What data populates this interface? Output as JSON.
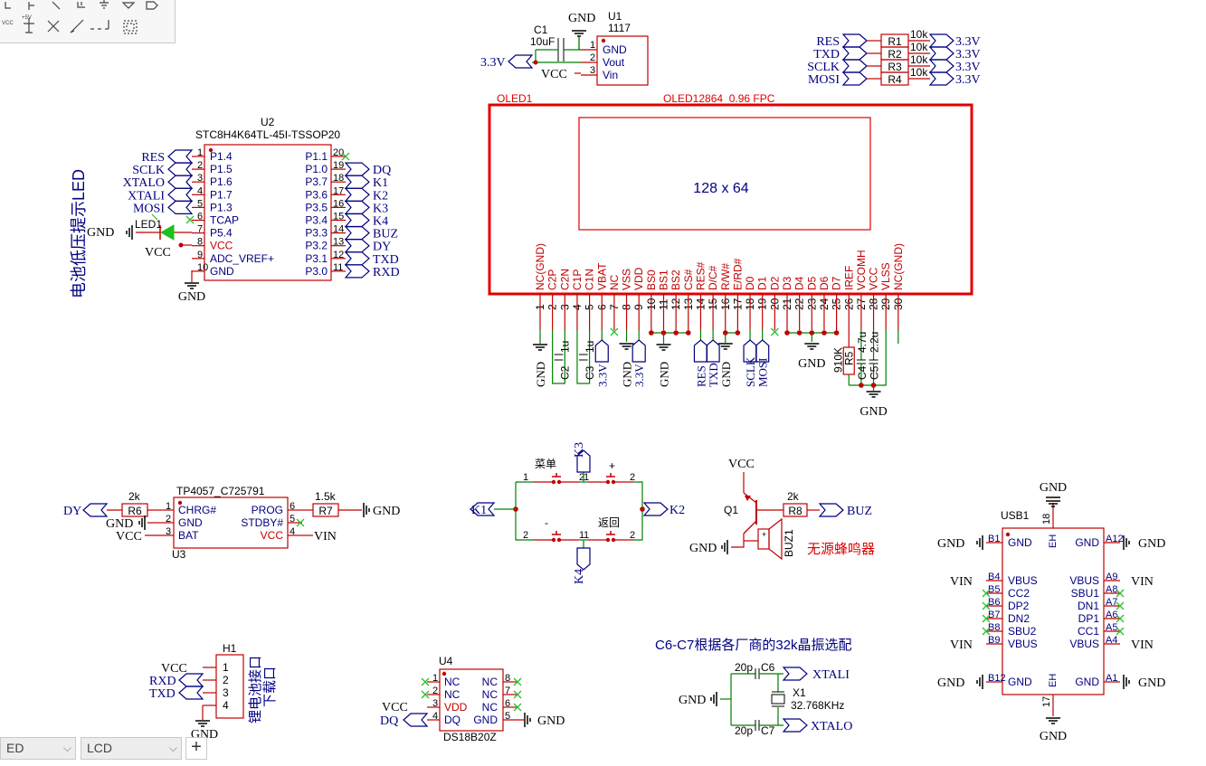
{
  "tabs": [
    {
      "label": "ED"
    },
    {
      "label": "LCD"
    }
  ],
  "toolbar": {
    "tools": [
      "pin-tool",
      "bus-tool",
      "wire-tool",
      "netport-tool",
      "net-gnd-tool",
      "net-vcc-tool",
      "no-connect-tool",
      "probe-tool",
      "pin-group-tool",
      "vcc-flag-tool",
      "plus5v-tool",
      "x-tool",
      "pen-tool",
      "dash-tool",
      "select-area-tool"
    ],
    "vcc_label": "VCC",
    "p5v_label": "+5V"
  },
  "colors": {
    "component": "#c00000",
    "wire": "#008000",
    "net": "#000080",
    "pinNum": "#c00000",
    "noconnect": "#2fbf2f",
    "label": "#000080"
  },
  "u1": {
    "ref": "U1",
    "value": "1117",
    "pins": [
      "GND",
      "Vout",
      "Vin"
    ],
    "nums": [
      "1",
      "2",
      "3"
    ]
  },
  "c1": {
    "ref": "C1",
    "value": "10uF"
  },
  "gnd": "GND",
  "vcc": "VCC",
  "v33": "3.3V",
  "vin": "VIN",
  "rbank": {
    "nets": [
      "RES",
      "TXD",
      "SCLK",
      "MOSI"
    ],
    "refs": [
      "R1",
      "R2",
      "R3",
      "R4"
    ],
    "values": [
      "10k",
      "10k",
      "10k",
      "10k"
    ],
    "right": [
      "3.3V",
      "3.3V",
      "3.3V",
      "3.3V"
    ]
  },
  "oled": {
    "ref": "OLED1",
    "value": "OLED12864_0.96 FPC",
    "screen": "128 x 64",
    "pins": [
      "NC(GND)",
      "C2P",
      "C2N",
      "C1P",
      "C1N",
      "VBAT",
      "NC",
      "VSS",
      "VDD",
      "BS0",
      "BS1",
      "BS2",
      "CS#",
      "RES#",
      "D/C#",
      "R/W#",
      "E/RD#",
      "D0",
      "D1",
      "D2",
      "D3",
      "D4",
      "D5",
      "D6",
      "D7",
      "IREF",
      "VCOMH",
      "VCC",
      "VLSS",
      "NC(GND)"
    ],
    "bottom_labels": [
      "GND",
      "3.3V",
      "GND",
      "3.3V",
      "GND",
      "RES",
      "TXD",
      "GND",
      "SCLK",
      "MOSI",
      "GND",
      "GND"
    ],
    "caps": [
      {
        "ref": "C2",
        "value": "1u"
      },
      {
        "ref": "C3",
        "value": "1u"
      },
      {
        "ref": "C4",
        "value": "4.7u"
      },
      {
        "ref": "C5",
        "value": "2.2u"
      }
    ],
    "r5": {
      "ref": "R5",
      "value": "910K"
    }
  },
  "u2": {
    "ref": "U2",
    "value": "STC8H4K64TL-45I-TSSOP20",
    "left": [
      {
        "n": "1",
        "p": "P1.4",
        "net": "RES"
      },
      {
        "n": "2",
        "p": "P1.5",
        "net": "SCLK"
      },
      {
        "n": "3",
        "p": "P1.6",
        "net": "XTALO"
      },
      {
        "n": "4",
        "p": "P1.7",
        "net": "XTALI"
      },
      {
        "n": "5",
        "p": "P1.3",
        "net": "MOSI"
      },
      {
        "n": "6",
        "p": "TCAP",
        "net": ""
      },
      {
        "n": "7",
        "p": "P5.4",
        "net": ""
      },
      {
        "n": "8",
        "p": "VCC",
        "net": ""
      },
      {
        "n": "9",
        "p": "ADC_VREF+",
        "net": ""
      },
      {
        "n": "10",
        "p": "GND",
        "net": ""
      }
    ],
    "right": [
      {
        "n": "20",
        "p": "P1.1",
        "net": ""
      },
      {
        "n": "19",
        "p": "P1.0",
        "net": "DQ"
      },
      {
        "n": "18",
        "p": "P3.7",
        "net": "K1"
      },
      {
        "n": "17",
        "p": "P3.6",
        "net": "K2"
      },
      {
        "n": "16",
        "p": "P3.5",
        "net": "K3"
      },
      {
        "n": "15",
        "p": "P3.4",
        "net": "K4"
      },
      {
        "n": "14",
        "p": "P3.3",
        "net": "BUZ"
      },
      {
        "n": "13",
        "p": "P3.2",
        "net": "DY"
      },
      {
        "n": "12",
        "p": "P3.1",
        "net": "TXD"
      },
      {
        "n": "11",
        "p": "P3.0",
        "net": "RXD"
      }
    ]
  },
  "led1": {
    "ref": "LED1",
    "note": "电池低压提示LED"
  },
  "u3": {
    "ref": "U3",
    "value": "TP4057_C725791",
    "pins_left": [
      "CHRG#",
      "GND",
      "BAT"
    ],
    "nums_left": [
      "1",
      "2",
      "3"
    ],
    "pins_right": [
      "PROG",
      "STDBY#",
      "VCC"
    ],
    "nums_right": [
      "6",
      "5",
      "4"
    ],
    "r6": {
      "ref": "R6",
      "value": "2k"
    },
    "r7": {
      "ref": "R7",
      "value": "1.5k"
    },
    "dy": "DY"
  },
  "keys": {
    "k1": "K1",
    "k2": "K2",
    "k3": "K3",
    "k4": "K4",
    "menu": "菜单",
    "plus": "+",
    "minus": "-",
    "back": "返回",
    "n1": "1",
    "n2": "2"
  },
  "buzzer": {
    "q": "Q1",
    "r": "R8",
    "rv": "2k",
    "net": "BUZ",
    "buz": "BUZ1",
    "note": "无源蜂鸣器"
  },
  "usb": {
    "ref": "USB1",
    "left": [
      {
        "n": "B1",
        "p": "GND",
        "net": "GND"
      },
      {
        "n": "B4",
        "p": "VBUS",
        "net": "VIN"
      },
      {
        "n": "B5",
        "p": "CC2",
        "net": ""
      },
      {
        "n": "B6",
        "p": "DP2",
        "net": ""
      },
      {
        "n": "B7",
        "p": "DN2",
        "net": ""
      },
      {
        "n": "B8",
        "p": "SBU2",
        "net": ""
      },
      {
        "n": "B9",
        "p": "VBUS",
        "net": "VIN"
      },
      {
        "n": "B12",
        "p": "GND",
        "net": "GND"
      }
    ],
    "right": [
      {
        "n": "A12",
        "p": "GND",
        "net": "GND"
      },
      {
        "n": "A9",
        "p": "VBUS",
        "net": "VIN"
      },
      {
        "n": "A8",
        "p": "SBU1",
        "net": ""
      },
      {
        "n": "A7",
        "p": "DN1",
        "net": ""
      },
      {
        "n": "A6",
        "p": "DP1",
        "net": ""
      },
      {
        "n": "A5",
        "p": "CC1",
        "net": ""
      },
      {
        "n": "A4",
        "p": "VBUS",
        "net": "VIN"
      },
      {
        "n": "A1",
        "p": "GND",
        "net": "GND"
      }
    ],
    "eh_top": "EH",
    "eh_bot": "EH",
    "n18": "18",
    "n17": "17"
  },
  "h1": {
    "ref": "H1",
    "nets": [
      "VCC",
      "RXD",
      "TXD",
      "GND"
    ],
    "nums": [
      "1",
      "2",
      "3",
      "4"
    ],
    "note1": "锂电池接口",
    "note2": "下载口"
  },
  "u4": {
    "ref": "U4",
    "value": "DS18B20Z",
    "left": [
      "NC",
      "NC",
      "VDD",
      "DQ"
    ],
    "nums_left": [
      "1",
      "2",
      "3",
      "4"
    ],
    "right": [
      "NC",
      "NC",
      "NC",
      "GND"
    ],
    "nums_right": [
      "8",
      "7",
      "6",
      "5"
    ],
    "nets": [
      "VCC",
      "DQ",
      "GND"
    ]
  },
  "xtal": {
    "note": "C6-C7根据各厂商的32k晶振选配",
    "c6": "C6",
    "c7": "C7",
    "cv": "20p",
    "x": "X1",
    "freq": "32.768KHz",
    "xi": "XTALI",
    "xo": "XTALO"
  }
}
